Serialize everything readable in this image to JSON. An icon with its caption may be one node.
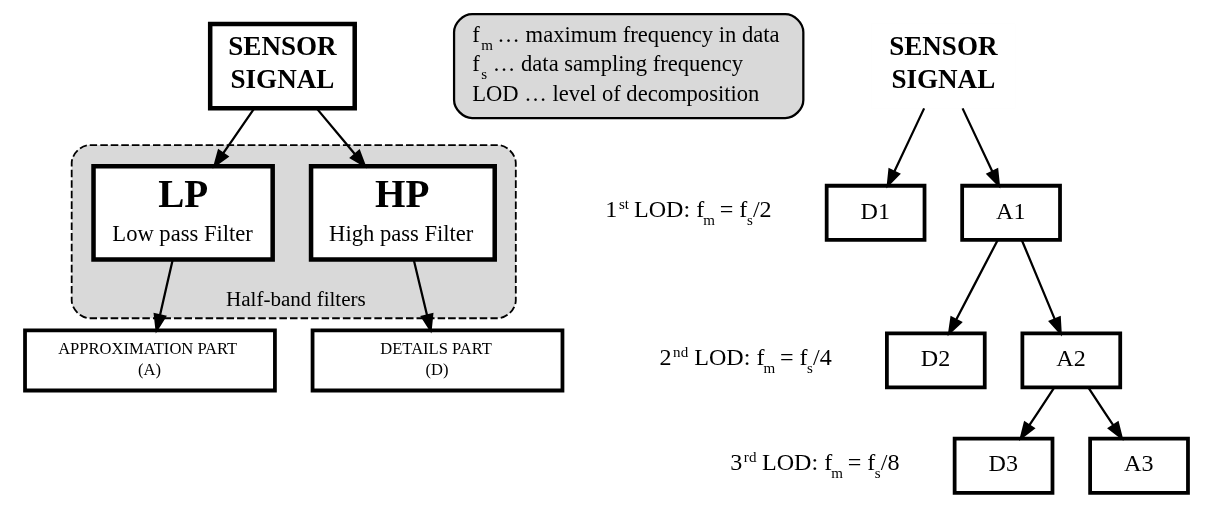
{
  "diagram": {
    "nodes": [
      {
        "text": [
          "SENSOR SIGNAL"
        ]
      },
      {
        "text": [
          "Half-band filters"
        ]
      },
      {
        "text": [
          "LP",
          "Low pass Filter"
        ],
        "in": 1
      },
      {
        "text": [
          "HP",
          "High pass Filter"
        ],
        "in": 1
      },
      {
        "text": [
          "APPROXIMATION PART (A)"
        ]
      },
      {
        "text": [
          "DETAILS PART (D)"
        ]
      },
      {
        "text": [
          "f$_{m}$ … maximum frequency in data",
          "f$_{s}$ … data sampling frequency",
          "LOD … level of decomposition"
        ]
      },
      {
        "text": [
          "SENSOR SIGNAL"
        ]
      },
      {
        "text": [
          "D1"
        ]
      },
      {
        "text": [
          "A1"
        ]
      },
      {
        "text": [
          "D2"
        ]
      },
      {
        "text": [
          "A2"
        ]
      },
      {
        "text": [
          "D3"
        ]
      },
      {
        "text": [
          "A3"
        ]
      }
    ],
    "edges": [
      {
        "from": 0,
        "to": 2,
        "arrow": "to"
      },
      {
        "from": 0,
        "to": 3,
        "arrow": "to"
      },
      {
        "from": 2,
        "to": 4,
        "arrow": "to"
      },
      {
        "from": 3,
        "to": 5,
        "arrow": "to"
      },
      {
        "from": 7,
        "to": 8,
        "arrow": "to"
      },
      {
        "from": 7,
        "to": 9,
        "arrow": "to"
      },
      {
        "from": 9,
        "to": 10,
        "arrow": "to"
      },
      {
        "from": 9,
        "to": 11,
        "arrow": "to"
      },
      {
        "from": 11,
        "to": 12,
        "arrow": "to"
      },
      {
        "from": 11,
        "to": 13,
        "arrow": "to"
      }
    ],
    "labels": [
      "1$^{st}$ LOD: f$_{m}$ = f$_{s}$/2",
      "2$^{nd}$ LOD: f$_{m}$ = f$_{s}$/4",
      "3$^{rd}$ LOD: f$_{m}$ = f$_{s}$/8"
    ]
  }
}
